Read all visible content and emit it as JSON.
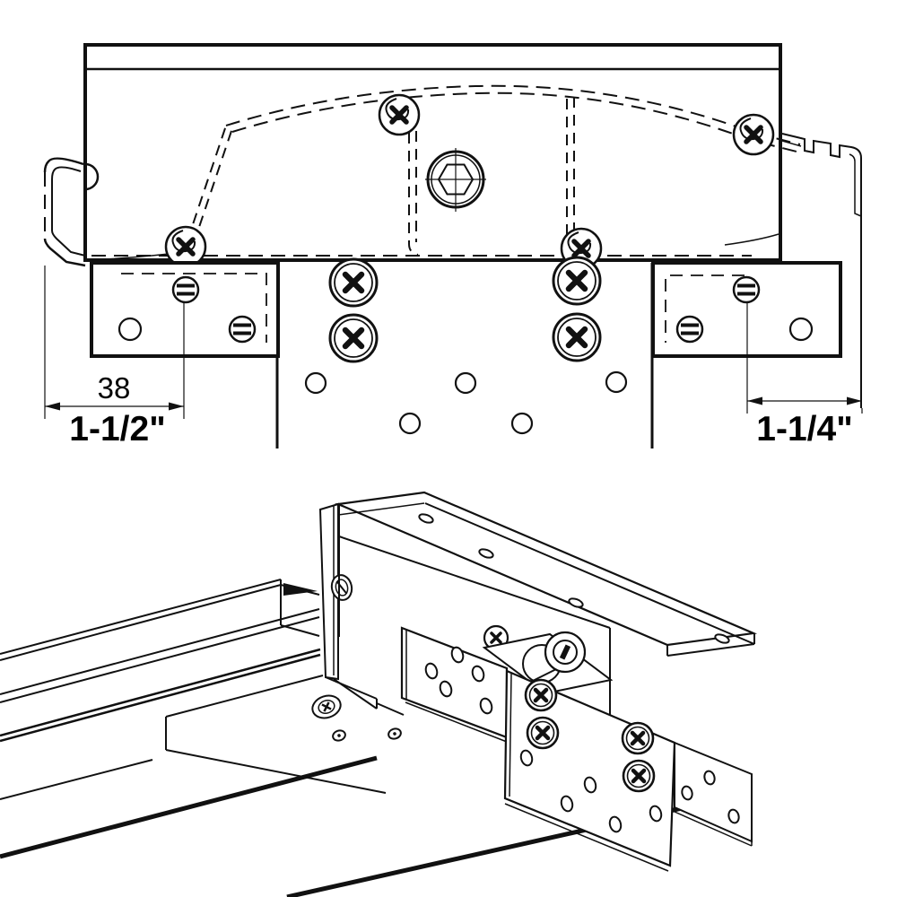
{
  "colors": {
    "background": "#ffffff",
    "line": "#111111",
    "text": "#000000"
  },
  "section_view": {
    "dim_left_metric": "38",
    "dim_left_imperial": "1-1/2\"",
    "dim_right_imperial": "1-1/4\""
  }
}
